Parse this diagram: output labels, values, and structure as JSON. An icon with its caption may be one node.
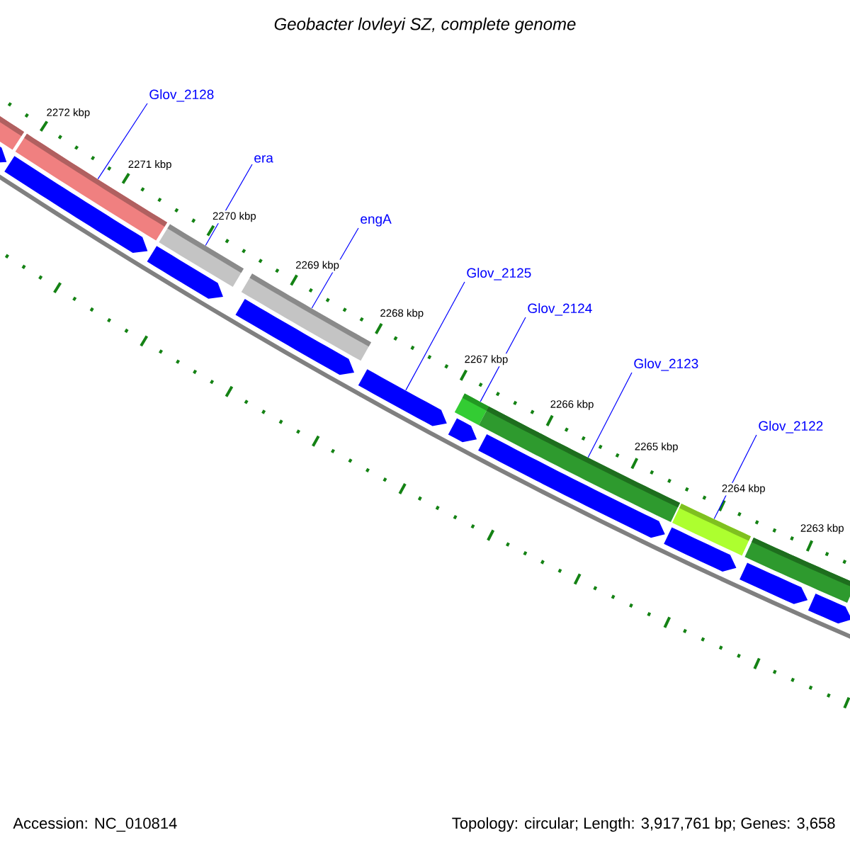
{
  "diagram": {
    "title": "Geobacter lovleyi SZ, complete genome",
    "nodes": [
      {
        "text": [
          "Glov_2128"
        ]
      },
      {
        "text": [
          "era"
        ]
      },
      {
        "text": [
          "engA"
        ]
      },
      {
        "text": [
          "Glov_2125"
        ]
      },
      {
        "text": [
          "Glov_2124"
        ]
      },
      {
        "text": [
          "Glov_2123"
        ]
      },
      {
        "text": [
          "Glov_2122"
        ]
      },
      {
        "text": [],
        "shape": "bar"
      },
      {
        "text": [],
        "shape": "bar"
      },
      {
        "text": [],
        "shape": "bar"
      },
      {
        "text": [],
        "shape": "bar"
      },
      {
        "text": [],
        "shape": "bar"
      },
      {
        "text": [],
        "shape": "bar"
      },
      {
        "text": [],
        "shape": "bar"
      },
      {
        "text": [],
        "shape": "bar"
      },
      {
        "text": [],
        "shape": "bar"
      },
      {
        "text": [],
        "shape": "bar"
      },
      {
        "text": [],
        "shape": "bar"
      },
      {
        "text": [],
        "shape": "bar"
      },
      {
        "text": [],
        "shape": "bar"
      },
      {
        "text": [],
        "shape": "bar"
      },
      {
        "text": [],
        "shape": "bar"
      },
      {
        "text": [],
        "shape": "bar"
      },
      {
        "text": [],
        "shape": "bar"
      },
      {
        "text": [],
        "shape": "bar"
      }
    ],
    "edges": [
      {
        "from": 0,
        "to": 8,
        "arrow": "none"
      },
      {
        "from": 1,
        "to": 9,
        "arrow": "none"
      },
      {
        "from": 2,
        "to": 10,
        "arrow": "none"
      },
      {
        "from": 3,
        "to": 11,
        "arrow": "none"
      },
      {
        "from": 4,
        "to": 12,
        "arrow": "none"
      },
      {
        "from": 5,
        "to": 13,
        "arrow": "none"
      },
      {
        "from": 6,
        "to": 14,
        "arrow": "none"
      }
    ],
    "labels": [
      "2272 kbp",
      "2271 kbp",
      "2270 kbp",
      "2269 kbp",
      "2268 kbp",
      "2267 kbp",
      "2266 kbp",
      "2265 kbp",
      "2264 kbp",
      "2263 kbp",
      "Accession: NC_010814",
      "Topology: circular; Length: 3,917,761 bp; Genes: 3,658"
    ]
  }
}
